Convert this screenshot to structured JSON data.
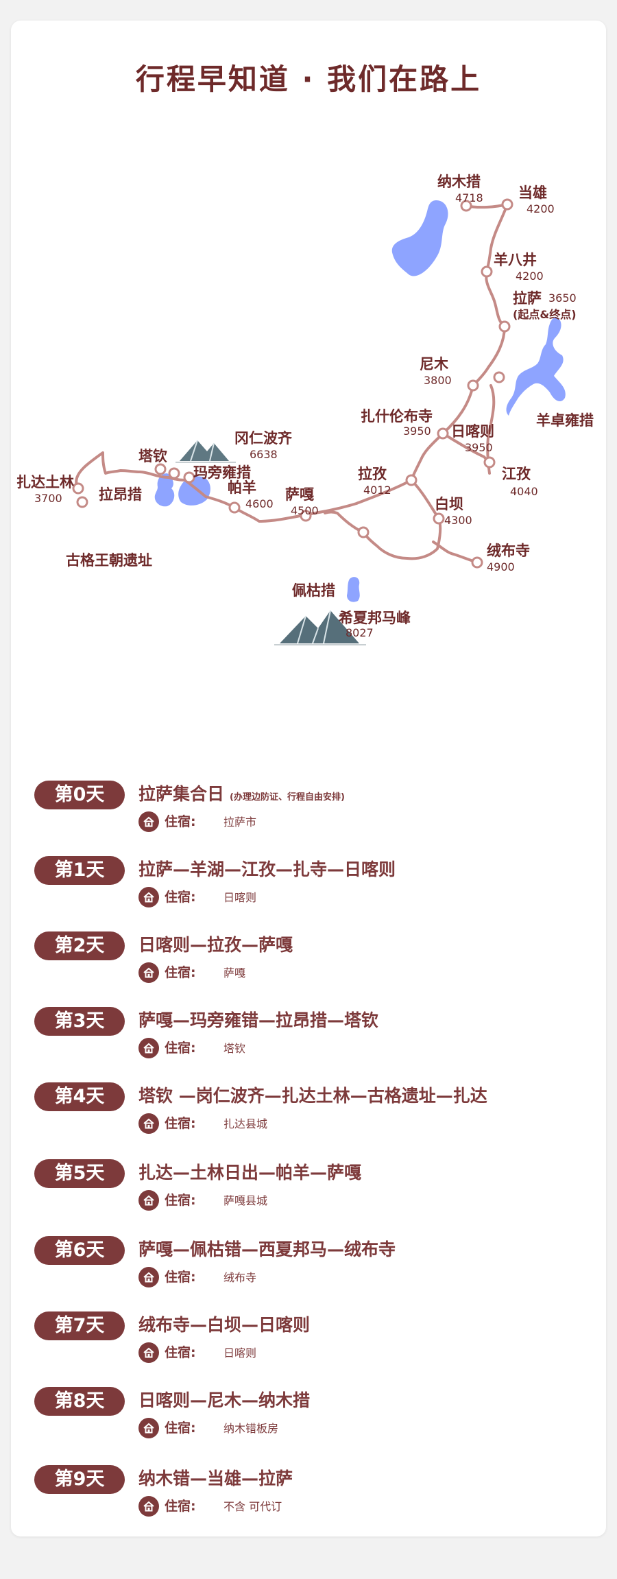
{
  "title": "行程早知道 · 我们在路上",
  "map": {
    "route_color": "#c48a86",
    "lake_color": "#8ea4ff",
    "places": [
      {
        "name": "纳木措",
        "elev": "4718"
      },
      {
        "name": "当雄",
        "elev": "4200"
      },
      {
        "name": "羊八井",
        "elev": "4200"
      },
      {
        "name": "拉萨",
        "elev": "3650",
        "note": "(起点&终点)"
      },
      {
        "name": "尼木",
        "elev": "3800"
      },
      {
        "name": "羊卓雍措",
        "elev": ""
      },
      {
        "name": "扎什伦布寺",
        "elev": "3950"
      },
      {
        "name": "日喀则",
        "elev": "3950"
      },
      {
        "name": "冈仁波齐",
        "elev": "6638"
      },
      {
        "name": "塔钦",
        "elev": ""
      },
      {
        "name": "玛旁雍措",
        "elev": ""
      },
      {
        "name": "扎达土林",
        "elev": "3700"
      },
      {
        "name": "拉昂措",
        "elev": ""
      },
      {
        "name": "帕羊",
        "elev": "4600"
      },
      {
        "name": "萨嘎",
        "elev": "4500"
      },
      {
        "name": "拉孜",
        "elev": "4012"
      },
      {
        "name": "江孜",
        "elev": "4040"
      },
      {
        "name": "白坝",
        "elev": "4300"
      },
      {
        "name": "古格王朝遗址",
        "elev": ""
      },
      {
        "name": "绒布寺",
        "elev": "4900"
      },
      {
        "name": "佩枯措",
        "elev": ""
      },
      {
        "name": "希夏邦马峰",
        "elev": "8027"
      }
    ]
  },
  "lodging_label": "住宿:",
  "days": [
    {
      "day": "第0天",
      "route": "拉萨集合日",
      "note": "(办理边防证、行程自由安排)",
      "lodging": "拉萨市"
    },
    {
      "day": "第1天",
      "route": "拉萨—羊湖—江孜—扎寺—日喀则",
      "lodging": "日喀则"
    },
    {
      "day": "第2天",
      "route": "日喀则—拉孜—萨嘎",
      "lodging": "萨嘎"
    },
    {
      "day": "第3天",
      "route": "萨嘎—玛旁雍错—拉昂措—塔钦",
      "lodging": "塔钦"
    },
    {
      "day": "第4天",
      "route": "塔钦 —岗仁波齐—扎达土林—古格遗址—扎达",
      "lodging": "扎达县城"
    },
    {
      "day": "第5天",
      "route": "扎达—土林日出—帕羊—萨嘎",
      "lodging": "萨嘎县城"
    },
    {
      "day": "第6天",
      "route": "萨嘎—佩枯错—西夏邦马—绒布寺",
      "lodging": "绒布寺"
    },
    {
      "day": "第7天",
      "route": "绒布寺—白坝—日喀则",
      "lodging": "日喀则"
    },
    {
      "day": "第8天",
      "route": "日喀则—尼木—纳木措",
      "lodging": "纳木错板房"
    },
    {
      "day": "第9天",
      "route": "纳木错—当雄—拉萨",
      "lodging": "不含 可代订"
    }
  ]
}
